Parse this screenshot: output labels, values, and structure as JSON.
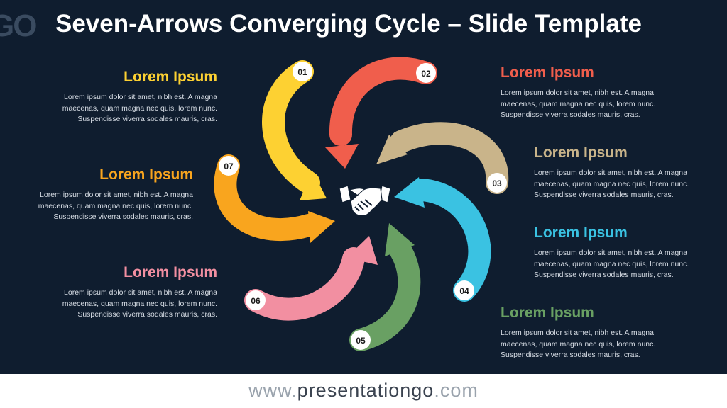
{
  "title": "Seven-Arrows Converging Cycle – Slide Template",
  "logo_fragment": "GO",
  "colors": {
    "background": "#0f1d2f",
    "c1": "#fdd132",
    "c2": "#f05e4c",
    "c3": "#c9b48a",
    "c4": "#3ac2e2",
    "c5": "#69a063",
    "c6": "#f28fa1",
    "c7": "#f9a51e"
  },
  "center_icon": "handshake-icon",
  "steps": [
    {
      "num": "01",
      "title": "Lorem Ipsum",
      "text": "Lorem ipsum dolor sit amet, nibh est. A magna maecenas, quam magna nec quis, lorem nunc. Suspendisse viverra sodales mauris, cras."
    },
    {
      "num": "02",
      "title": "Lorem Ipsum",
      "text": "Lorem ipsum dolor sit amet, nibh est. A magna maecenas, quam magna nec quis, lorem nunc. Suspendisse viverra sodales mauris, cras."
    },
    {
      "num": "03",
      "title": "Lorem Ipsum",
      "text": "Lorem ipsum dolor sit amet, nibh est. A magna maecenas, quam magna nec quis, lorem nunc. Suspendisse viverra sodales mauris, cras."
    },
    {
      "num": "04",
      "title": "Lorem Ipsum",
      "text": "Lorem ipsum dolor sit amet, nibh est. A magna maecenas, quam magna nec quis, lorem nunc. Suspendisse viverra sodales mauris, cras."
    },
    {
      "num": "05",
      "title": "Lorem Ipsum",
      "text": "Lorem ipsum dolor sit amet, nibh est. A magna maecenas, quam magna nec quis, lorem nunc. Suspendisse viverra sodales mauris, cras."
    },
    {
      "num": "06",
      "title": "Lorem Ipsum",
      "text": "Lorem ipsum dolor sit amet, nibh est. A magna maecenas, quam magna nec quis, lorem nunc. Suspendisse viverra sodales mauris, cras."
    },
    {
      "num": "07",
      "title": "Lorem Ipsum",
      "text": "Lorem ipsum dolor sit amet, nibh est. A magna maecenas, quam magna nec quis, lorem nunc. Suspendisse viverra sodales mauris, cras."
    }
  ],
  "footer": {
    "pre": "www.",
    "mid": "presentationgo",
    "post": ".com"
  }
}
